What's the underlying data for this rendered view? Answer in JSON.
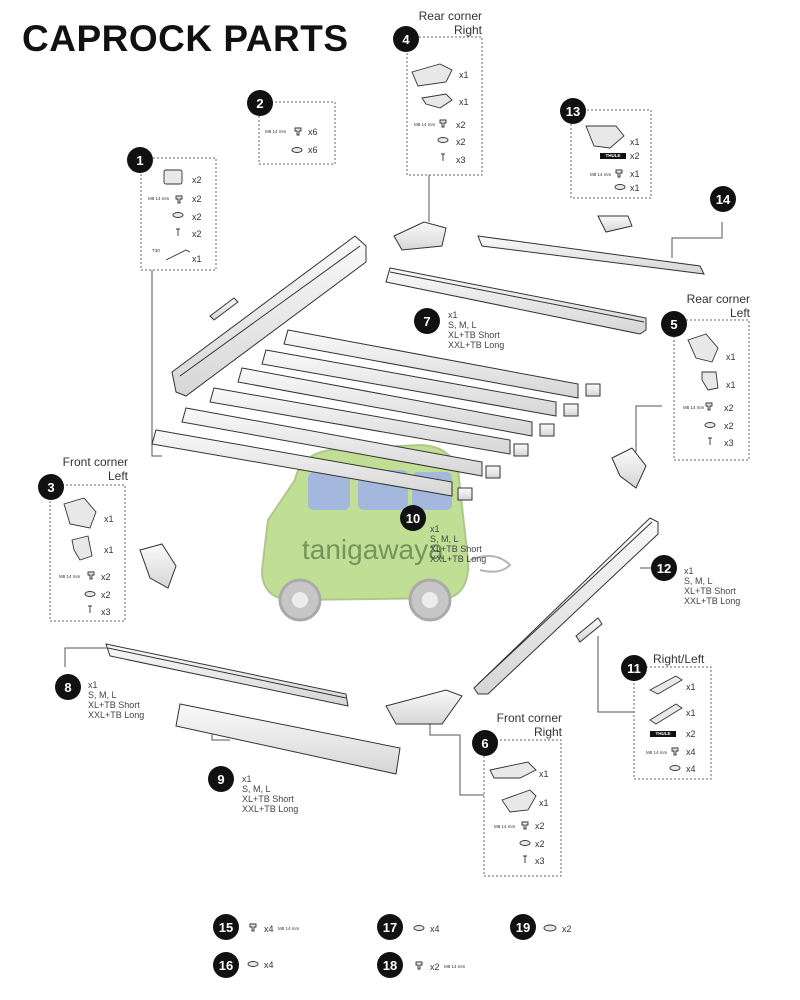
{
  "title": "CAPROCK PARTS",
  "watermark": "tanigawaya",
  "badges": [
    "1",
    "2",
    "3",
    "4",
    "5",
    "6",
    "7",
    "8",
    "9",
    "10",
    "11",
    "12",
    "13",
    "14",
    "15",
    "16",
    "17",
    "18",
    "19"
  ],
  "labels": {
    "rear_right": [
      "Rear corner",
      "Right"
    ],
    "rear_left": [
      "Rear corner",
      "Left"
    ],
    "front_left": [
      "Front corner",
      "Left"
    ],
    "front_right": [
      "Front corner",
      "Right"
    ],
    "right_left": "Right/Left"
  },
  "size_blocks": {
    "p7": [
      "x1",
      "S, M, L",
      "XL+TB Short",
      "XXL+TB Long"
    ],
    "p8": [
      "x1",
      "S, M, L",
      "XL+TB Short",
      "XXL+TB Long"
    ],
    "p9": [
      "x1",
      "S, M, L",
      "XL+TB Short",
      "XXL+TB Long"
    ],
    "p10": [
      "x1",
      "S, M, L",
      "XL+TB Short",
      "XXL+TB Long"
    ],
    "p12": [
      "x1",
      "S, M, L",
      "XL+TB Short",
      "XXL+TB Long"
    ]
  },
  "bolt_spec": "M8 14 mm",
  "torx_spec": "T30",
  "brand_tag": "THULE",
  "quantities": {
    "p1": [
      "x2",
      "x2",
      "x2",
      "x2",
      "x1"
    ],
    "p2": [
      "x6",
      "x6"
    ],
    "p3": [
      "x1",
      "x1",
      "x2",
      "x2",
      "x3"
    ],
    "p4": [
      "x1",
      "x1",
      "x2",
      "x2",
      "x3"
    ],
    "p5": [
      "x1",
      "x1",
      "x2",
      "x2",
      "x3"
    ],
    "p6": [
      "x1",
      "x1",
      "x2",
      "x2",
      "x3"
    ],
    "p11": [
      "x1",
      "x1",
      "x2",
      "x4",
      "x4"
    ],
    "p13": [
      "x1",
      "x2",
      "x1",
      "x1"
    ],
    "p15": "x4",
    "p16": "x4",
    "p17": "x4",
    "p18": "x2",
    "p19": "x2"
  },
  "colors": {
    "ink": "#111111",
    "line": "#555555",
    "box": "#666666",
    "watermark": "#8dc63f"
  }
}
